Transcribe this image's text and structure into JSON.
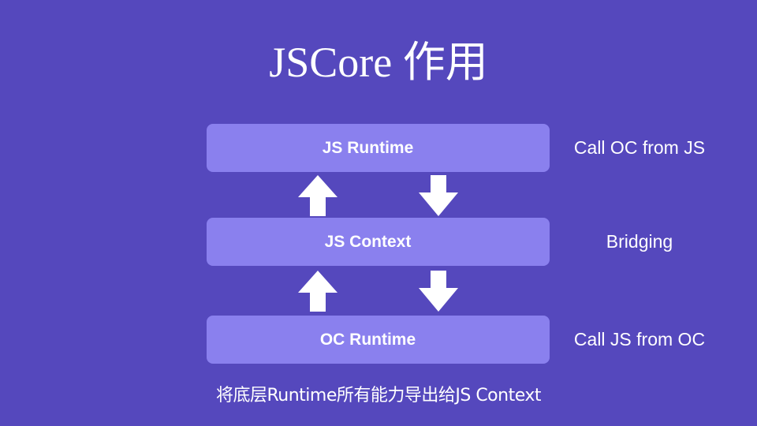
{
  "slide": {
    "title": "JSCore 作用",
    "colors": {
      "background": "#5548bd",
      "box_fill": "#8a80ee",
      "text": "#ffffff",
      "arrow": "#ffffff"
    },
    "layers": [
      {
        "label": "JS Runtime",
        "side_label": "Call OC from JS"
      },
      {
        "label": "JS Context",
        "side_label": "Bridging"
      },
      {
        "label": "OC Runtime",
        "side_label": "Call JS from OC"
      }
    ],
    "arrows": [
      {
        "between": "JS Runtime / JS Context",
        "direction": "up"
      },
      {
        "between": "JS Runtime / JS Context",
        "direction": "down"
      },
      {
        "between": "JS Context / OC Runtime",
        "direction": "up"
      },
      {
        "between": "JS Context / OC Runtime",
        "direction": "down"
      }
    ],
    "caption": "将底层Runtime所有能力导出给JS Context"
  }
}
